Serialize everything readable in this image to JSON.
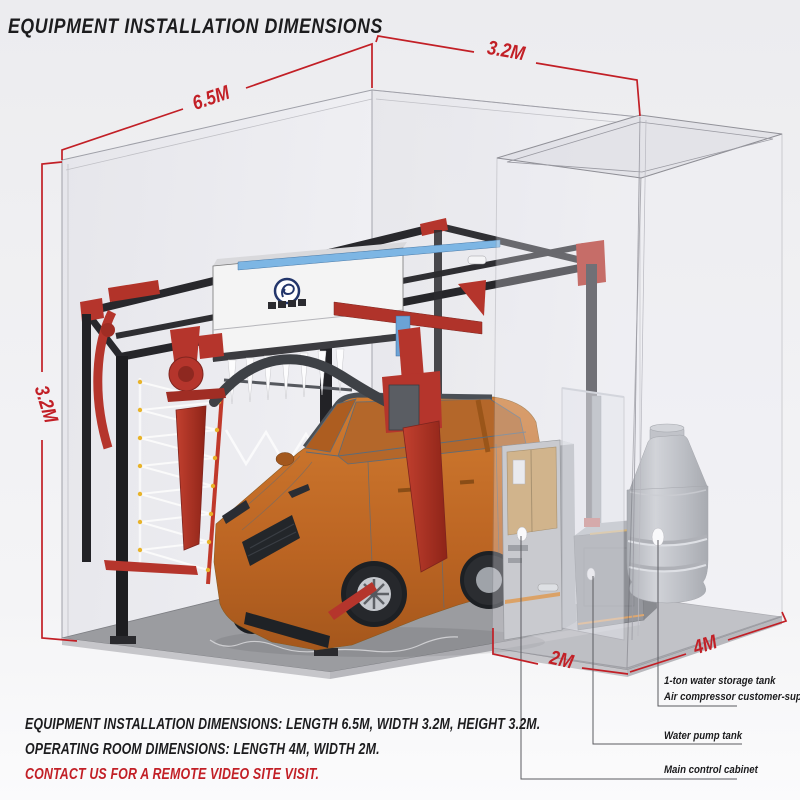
{
  "title": "EQUIPMENT INSTALLATION DIMENSIONS",
  "dimensions": {
    "bay_length": "6.5M",
    "bay_width": "3.2M",
    "bay_height": "3.2M",
    "room_width": "2M",
    "room_length": "4M"
  },
  "annotations": {
    "water_tank_line1": "1-ton water storage tank",
    "water_tank_line2": "Air compressor customer-supplied,",
    "pump_tank": "Water pump tank",
    "control_cabinet": "Main control cabinet"
  },
  "footer": {
    "install_dims": "EQUIPMENT INSTALLATION DIMENSIONS: LENGTH 6.5M, WIDTH 3.2M, HEIGHT 3.2M.",
    "room_dims": "OPERATING ROOM DIMENSIONS: LENGTH 4M, WIDTH 2M.",
    "contact": "CONTACT US FOR A REMOTE VIDEO SITE VISIT."
  },
  "colors": {
    "dimension_red": "#c21f26",
    "machine_red": "#b5352c",
    "frame_black": "#26262a",
    "car_orange": "#c06b28",
    "tank_gray": "#a9adb3",
    "cabinet_tan": "#c59b5f",
    "led_blue": "#7db6e4"
  }
}
